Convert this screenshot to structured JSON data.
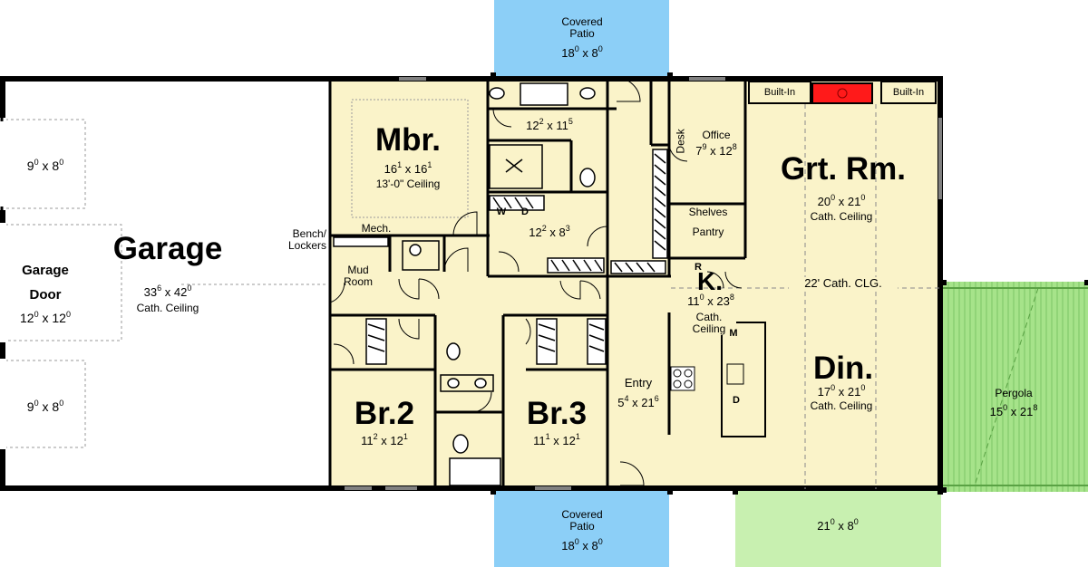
{
  "rooms": {
    "covered_patio_top": {
      "name": "Covered\nPatio",
      "d1": "18",
      "s1": "0",
      "d2": "8",
      "s2": "0"
    },
    "covered_patio_bottom": {
      "name": "Covered\nPatio",
      "d1": "18",
      "s1": "0",
      "d2": "8",
      "s2": "0"
    },
    "garage": {
      "name": "Garage",
      "d1": "33",
      "s1": "6",
      "d2": "42",
      "s2": "0",
      "note": "Cath. Ceiling"
    },
    "garage_bay_top": {
      "d1": "9",
      "s1": "0",
      "d2": "8",
      "s2": "0"
    },
    "garage_bay_bottom": {
      "d1": "9",
      "s1": "0",
      "d2": "8",
      "s2": "0"
    },
    "garage_door": {
      "name1": "Garage",
      "name2": "Door",
      "d1": "12",
      "s1": "0",
      "d2": "12",
      "s2": "0"
    },
    "mbr": {
      "name": "Mbr.",
      "d1": "16",
      "s1": "1",
      "d2": "16",
      "s2": "1",
      "note": "13'-0\" Ceiling"
    },
    "master_bath": {
      "d1": "12",
      "s1": "2",
      "d2": "11",
      "s2": "5"
    },
    "laundry": {
      "d1": "12",
      "s1": "2",
      "d2": "8",
      "s2": "3",
      "w": "W",
      "dr": "D"
    },
    "mech": {
      "name": "Mech."
    },
    "bench": {
      "name": "Bench/\nLockers"
    },
    "mud_room": {
      "name": "Mud\nRoom"
    },
    "office": {
      "name": "Office",
      "d1": "7",
      "s1": "9",
      "d2": "12",
      "s2": "8",
      "desk": "Desk"
    },
    "shelves": {
      "name": "Shelves"
    },
    "pantry": {
      "name": "Pantry"
    },
    "grt_rm": {
      "name": "Grt. Rm.",
      "d1": "20",
      "s1": "0",
      "d2": "21",
      "s2": "0",
      "note": "Cath. Ceiling"
    },
    "built_in_left": {
      "name": "Built-In"
    },
    "built_in_right": {
      "name": "Built-In"
    },
    "cath_clg": {
      "name": "22' Cath. CLG."
    },
    "kitchen": {
      "name": "K.",
      "d1": "11",
      "s1": "0",
      "d2": "23",
      "s2": "8",
      "note": "Cath.\nCeiling",
      "r": "R",
      "m": "M",
      "dw": "D"
    },
    "din": {
      "name": "Din.",
      "d1": "17",
      "s1": "0",
      "d2": "21",
      "s2": "0",
      "note": "Cath. Ceiling"
    },
    "br2": {
      "name": "Br.2",
      "d1": "11",
      "s1": "2",
      "d2": "12",
      "s2": "1"
    },
    "br3": {
      "name": "Br.3",
      "d1": "11",
      "s1": "1",
      "d2": "12",
      "s2": "1"
    },
    "entry": {
      "name": "Entry",
      "d1": "5",
      "s1": "4",
      "d2": "21",
      "s2": "6"
    },
    "pergola": {
      "name": "Pergola",
      "d1": "15",
      "s1": "0",
      "d2": "21",
      "s2": "8"
    },
    "back_deck": {
      "d1": "21",
      "s1": "0",
      "d2": "8",
      "s2": "0"
    }
  },
  "colors": {
    "floor": "#faf3c9",
    "patio": "#8ccff7",
    "deck": "#c8f0b0",
    "pergola": "#a6e38a",
    "fireplace": "#ff1a1a",
    "wall": "#000000"
  }
}
